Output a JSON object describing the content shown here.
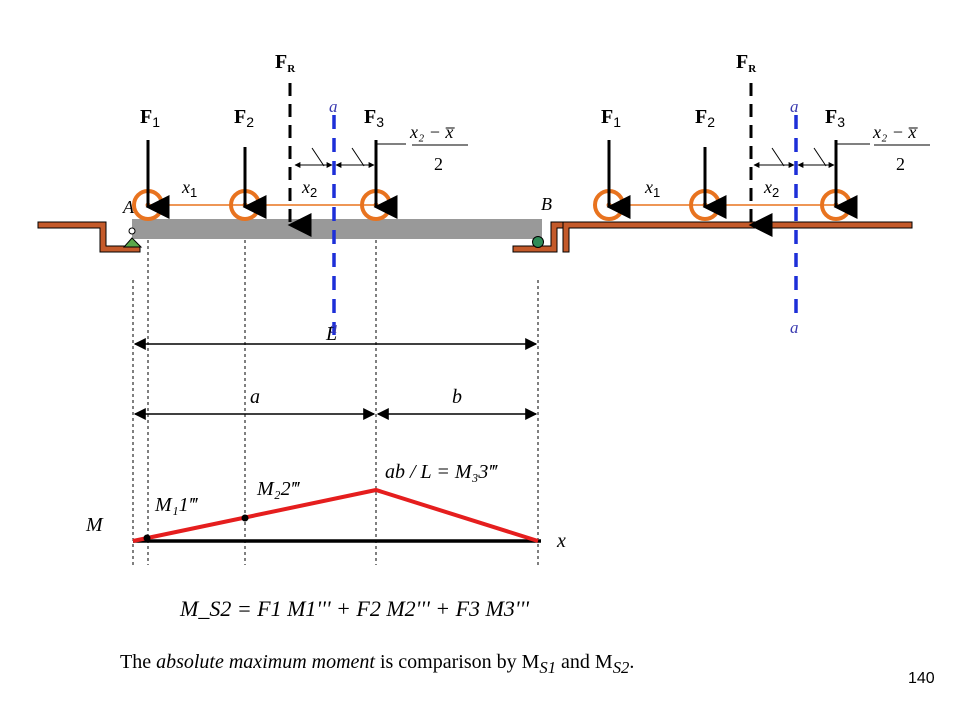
{
  "forces": {
    "f1": {
      "base": "F",
      "sub": "1"
    },
    "f2": {
      "base": "F",
      "sub": "2"
    },
    "f3": {
      "base": "F",
      "sub": "3"
    },
    "resultant": {
      "base": "F",
      "sub": "R"
    }
  },
  "distances": {
    "x1": {
      "base": "x",
      "sub": "1"
    },
    "x2": {
      "base": "x",
      "sub": "2"
    },
    "half_offset": {
      "numerator": "x₂ − x̅",
      "denominator": "2"
    }
  },
  "section_label": "a",
  "supports": {
    "left": "A",
    "right": "B"
  },
  "dimensions": {
    "span": "L",
    "left_part": "a",
    "right_part": "b"
  },
  "moment_diagram": {
    "axis_y": "M",
    "axis_x": "x",
    "ordinates": {
      "m1": "M₁1‴",
      "m2": "M₂2‴",
      "peak": "ab / L = M₃3‴"
    }
  },
  "equation": "M_S2 = F1 M1''' + F2 M2''' + F3 M3'''",
  "caption": {
    "prefix": "The ",
    "emphasis": "absolute maximum moment",
    "middle": " is comparison by M",
    "sub1": "S1",
    "and": " and M",
    "sub2": "S2",
    "end": "."
  },
  "page_number": "140",
  "colors": {
    "load_circle": "#e8731f",
    "rail": "#c45a2a",
    "beam": "#999999",
    "section_line": "#1d2fd8",
    "moment_line": "#e51e1e",
    "label_blue": "#3a3ab0"
  }
}
